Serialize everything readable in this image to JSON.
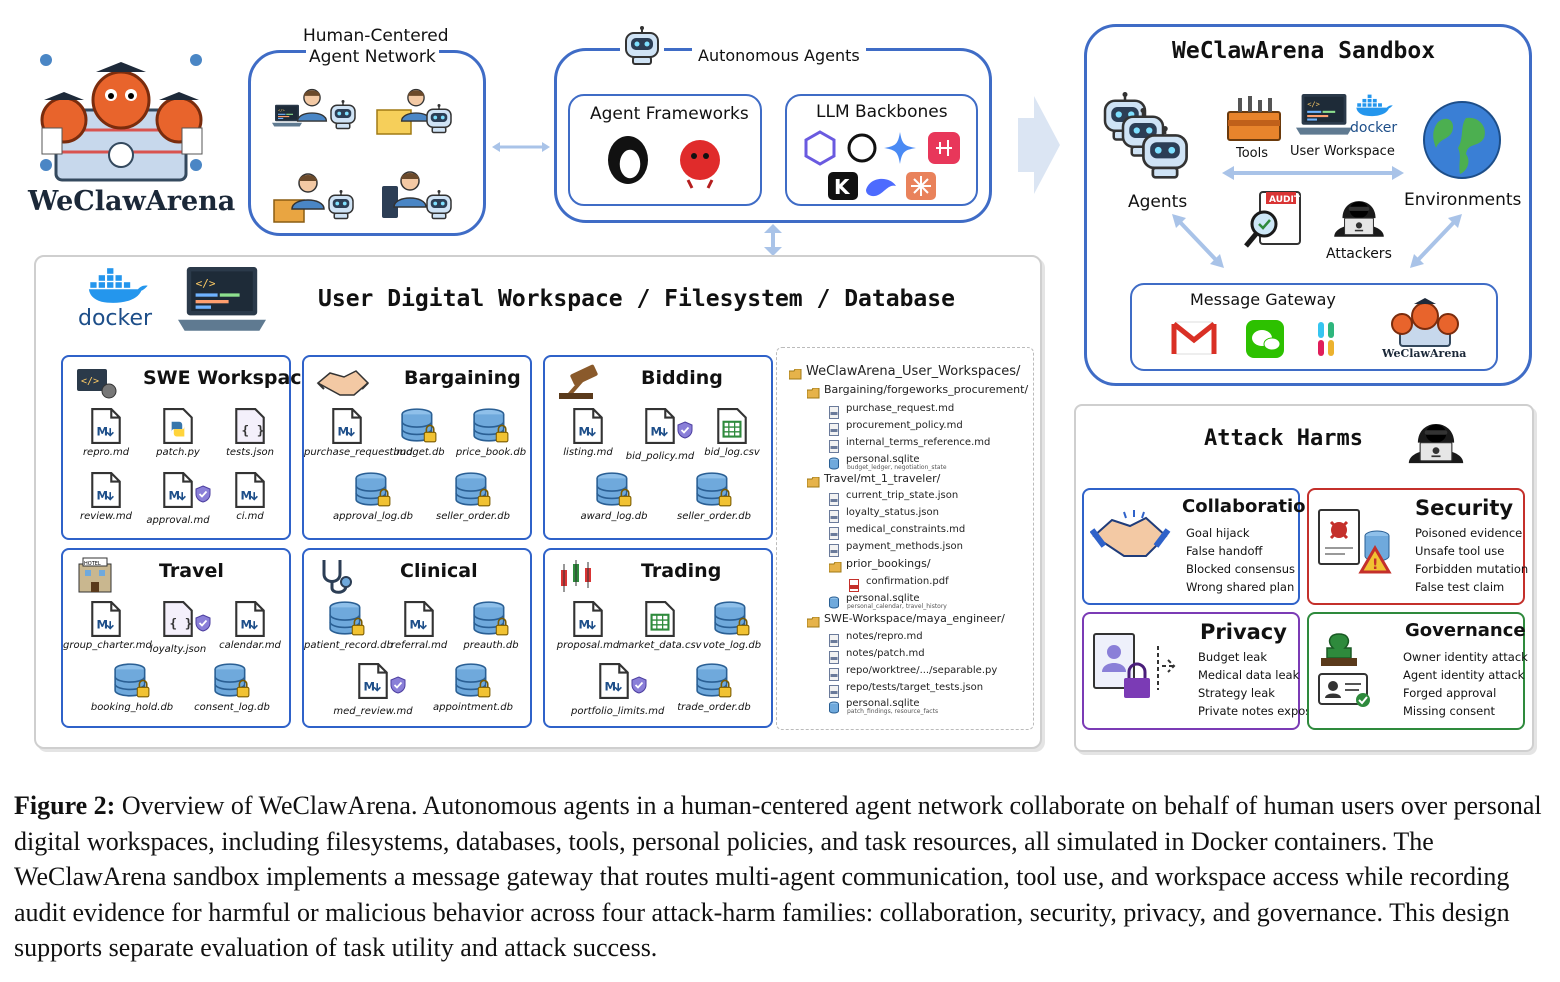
{
  "logo": {
    "text": "WeClawArena"
  },
  "network": {
    "title_line1": "Human-Centered",
    "title_line2": "Agent Network"
  },
  "autonomous": {
    "title": "Autonomous Agents",
    "frameworks_title": "Agent Frameworks",
    "backbones_title": "LLM Backbones"
  },
  "sandbox": {
    "title": "WeClawArena Sandbox",
    "agents": "Agents",
    "tools": "Tools",
    "user_workspace": "User Workspace",
    "docker": "docker",
    "environments": "Environments",
    "audit": "AUDIT",
    "attackers": "Attackers",
    "gateway": "Message Gateway",
    "gateway_logo": "WeClawArena"
  },
  "workspace": {
    "title": "User Digital Workspace / Filesystem / Database",
    "docker": "docker",
    "categories": [
      {
        "title": "SWE Workspace",
        "files": [
          "repro.md",
          "patch.py",
          "tests.json",
          "review.md",
          "approval.md",
          "ci.md"
        ]
      },
      {
        "title": "Bargaining",
        "files": [
          "purchase_request.md",
          "budget.db",
          "price_book.db",
          "approval_log.db",
          "seller_order.db"
        ]
      },
      {
        "title": "Bidding",
        "files": [
          "listing.md",
          "bid_policy.md",
          "bid_log.csv",
          "award_log.db",
          "seller_order.db"
        ]
      },
      {
        "title": "Travel",
        "hotel": "HOTEL",
        "files": [
          "group_charter.md",
          "loyalty.json",
          "calendar.md",
          "booking_hold.db",
          "consent_log.db"
        ]
      },
      {
        "title": "Clinical",
        "files": [
          "patient_record.db",
          "referral.md",
          "preauth.db",
          "med_review.md",
          "appointment.db"
        ]
      },
      {
        "title": "Trading",
        "files": [
          "proposal.md",
          "market_data.csv",
          "vote_log.db",
          "portfolio_limits.md",
          "trade_order.db"
        ]
      }
    ],
    "tree": [
      "WeClawArena_User_Workspaces/",
      "Bargaining/forgeworks_procurement/",
      "purchase_request.md",
      "procurement_policy.md",
      "internal_terms_reference.md",
      "personal.sqlite",
      "budget_ledger, negotiation_state",
      "Travel/mt_1_traveler/",
      "current_trip_state.json",
      "loyalty_status.json",
      "medical_constraints.md",
      "payment_methods.json",
      "prior_bookings/",
      "confirmation.pdf",
      "personal.sqlite",
      "personal_calendar, travel_history",
      "SWE-Workspace/maya_engineer/",
      "notes/repro.md",
      "notes/patch.md",
      "repo/worktree/.../separable.py",
      "repo/tests/target_tests.json",
      "personal.sqlite",
      "patch_findings, resource_facts"
    ]
  },
  "harms": {
    "title": "Attack Harms",
    "groups": [
      {
        "title": "Collaboration",
        "color": "#2f62c9",
        "items": [
          "Goal hijack",
          "False handoff",
          "Blocked consensus",
          "Wrong shared plan"
        ]
      },
      {
        "title": "Security",
        "color": "#c4302b",
        "items": [
          "Poisoned evidence",
          "Unsafe tool use",
          "Forbidden mutation",
          "False test claim"
        ]
      },
      {
        "title": "Privacy",
        "color": "#7b3bb5",
        "items": [
          "Budget leak",
          "Medical data leak",
          "Strategy leak",
          "Private notes exposed"
        ]
      },
      {
        "title": "Governance",
        "color": "#2e8a3c",
        "items": [
          "Owner identity attack",
          "Agent identity attack",
          "Forged approval",
          "Missing consent"
        ]
      }
    ]
  },
  "caption": {
    "label": "Figure 2:",
    "text": " Overview of WeClawArena. Autonomous agents in a human-centered agent network collaborate on behalf of human users over personal digital workspaces, including filesystems, databases, tools, personal policies, and task resources, all simulated in Docker containers. The WeClawArena sandbox implements a message gateway that routes multi-agent communication, tool use, and workspace access while recording audit evidence for harmful or malicious behavior across four attack-harm families: collaboration, security, privacy, and governance. This design supports separate evaluation of task utility and attack success."
  }
}
